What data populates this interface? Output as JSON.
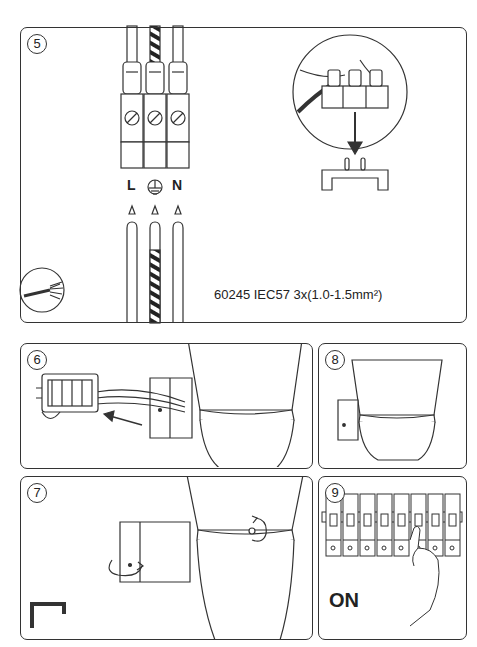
{
  "diagram": {
    "nodes": [
      {
        "text": [
          "5"
        ]
      },
      {
        "text": [
          "6"
        ]
      },
      {
        "text": [
          "8"
        ]
      },
      {
        "text": [
          "7"
        ]
      },
      {
        "text": [
          "9"
        ]
      }
    ],
    "labels": [
      "L",
      "N",
      "60245 IEC57 3x(1.0-1.5mm²)",
      "ON"
    ]
  }
}
